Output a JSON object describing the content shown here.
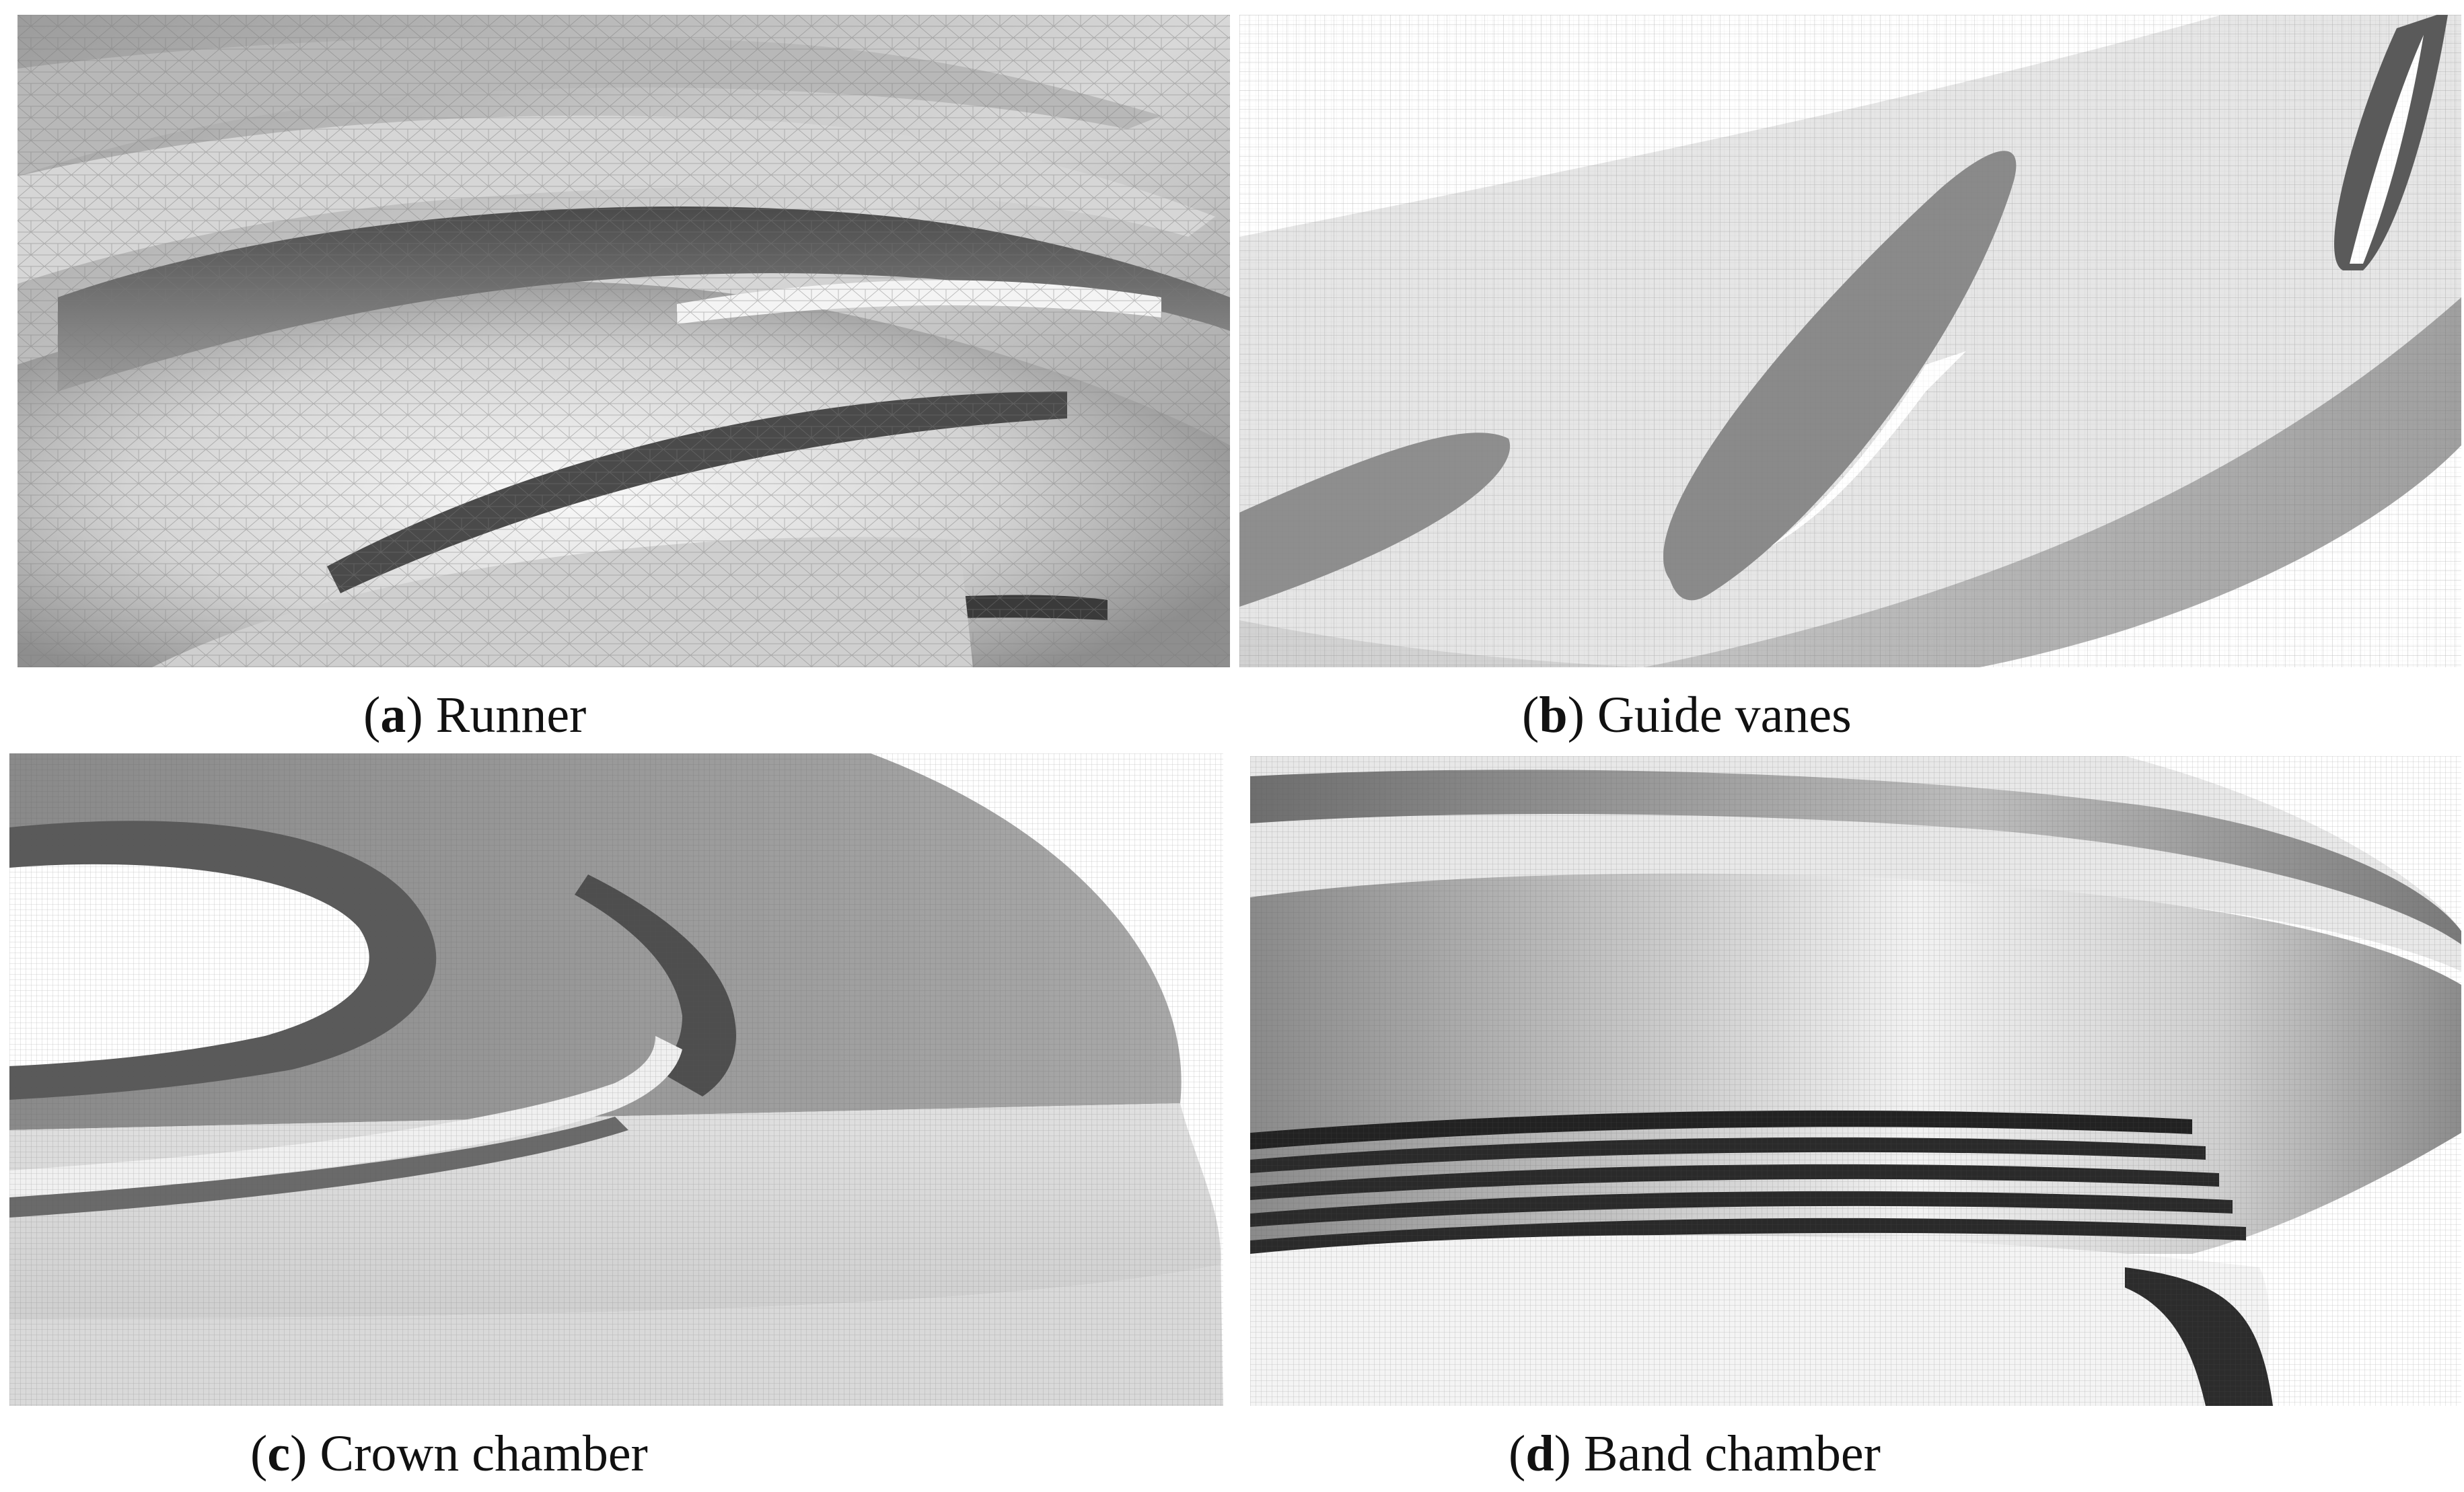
{
  "figure": {
    "panels": [
      {
        "id": "a",
        "label": "a",
        "title": "Runner"
      },
      {
        "id": "b",
        "label": "b",
        "title": "Guide vanes"
      },
      {
        "id": "c",
        "label": "c",
        "title": "Crown chamber"
      },
      {
        "id": "d",
        "label": "d",
        "title": "Band chamber"
      }
    ]
  },
  "colors": {
    "mesh_light": "#ececec",
    "mesh_mid": "#9a9a9a",
    "mesh_dark": "#3a3a3a",
    "mesh_line": "#6f6f6f"
  }
}
